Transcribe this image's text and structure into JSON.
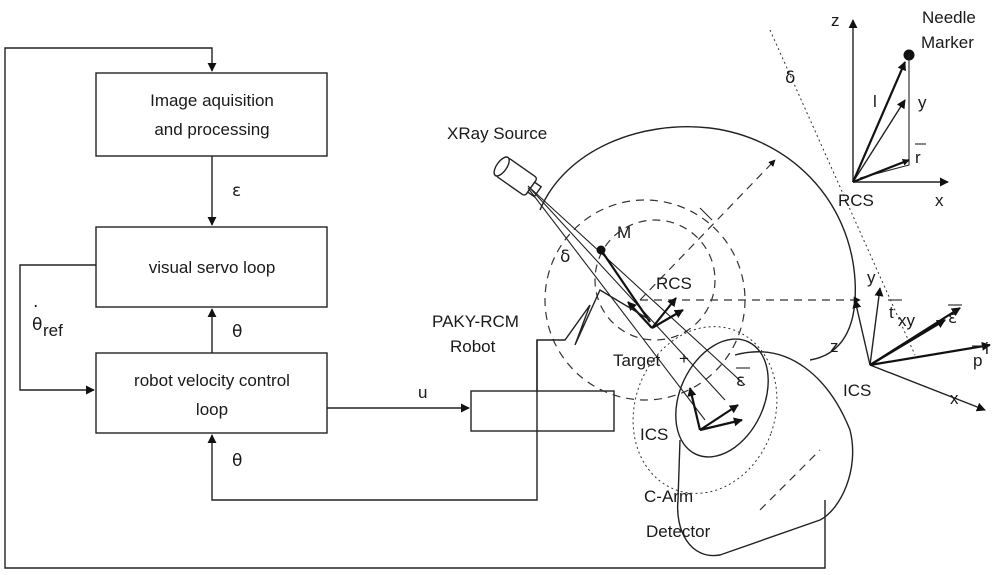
{
  "blocks": {
    "image": [
      "Image aquisition",
      "and processing"
    ],
    "visual_servo": "visual servo loop",
    "velocity": [
      "robot velocity control",
      "loop"
    ]
  },
  "signals": {
    "epsilon": "ε",
    "theta_up": "θ",
    "theta_fb": "θ",
    "u": "u",
    "theta_ref_main": "θ",
    "theta_ref_sub": "ref",
    "theta_ref_dot": "·"
  },
  "scene": {
    "xray_source": "XRay Source",
    "robot": [
      "PAKY-RCM",
      "Robot"
    ],
    "delta": "δ",
    "m": "M",
    "rcs": "RCS",
    "target": "Target",
    "epsilon": "ε",
    "ics": "ICS",
    "detector": [
      "C-Arm",
      "Detector"
    ]
  },
  "rcs_frame": {
    "needle_marker": [
      "Needle",
      "Marker"
    ],
    "z": "z",
    "x": "x",
    "y": "y",
    "l": "l",
    "r": "r",
    "rcs": "RCS",
    "delta": "δ"
  },
  "ics_frame": {
    "y": "y",
    "z": "z",
    "x": "x",
    "t": "t",
    "t_sub": "xy",
    "epsilon": "ε",
    "p": "p",
    "p_sup": "i",
    "ics": "ICS"
  }
}
